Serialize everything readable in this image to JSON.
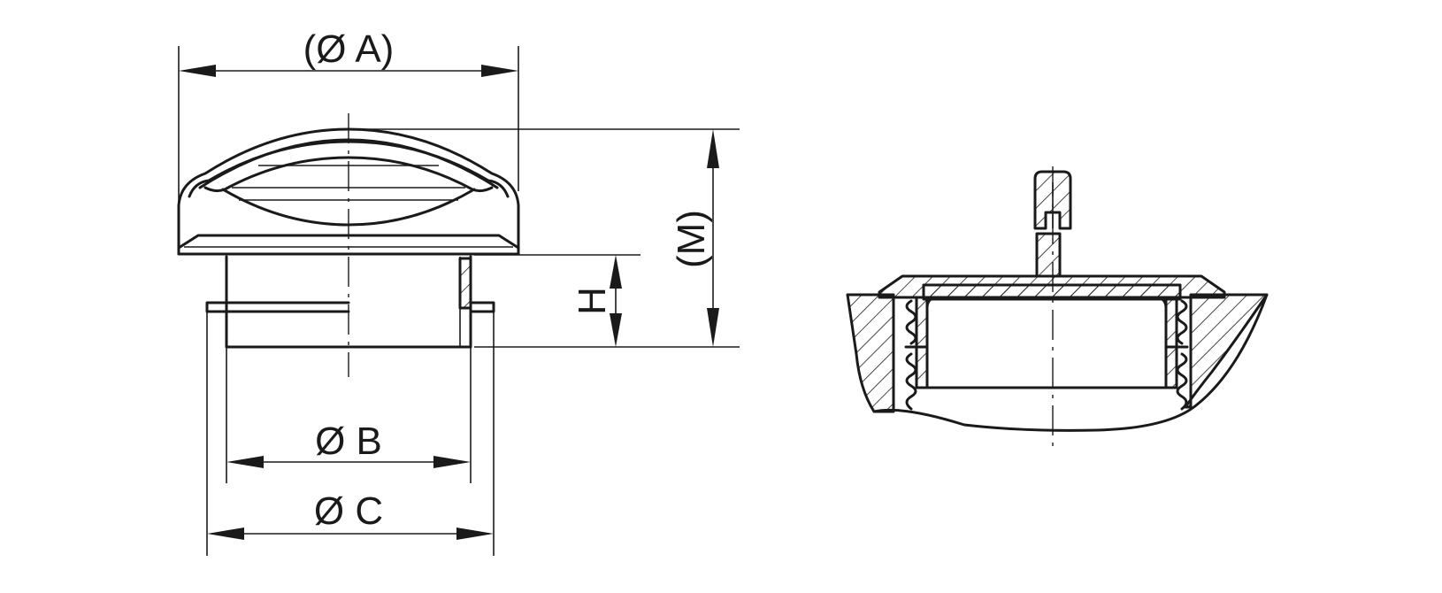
{
  "dimensions": {
    "a_label": "(Ø A)",
    "b_label": "Ø B",
    "c_label": "Ø C",
    "h_label": "H",
    "m_label": "(M)"
  },
  "colors": {
    "line": "#1a1a1a",
    "background": "#ffffff"
  }
}
